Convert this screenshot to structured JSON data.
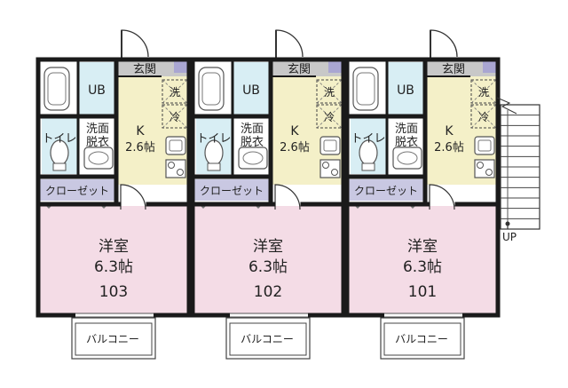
{
  "units": [
    {
      "number": "101",
      "room": "洋室",
      "room_size": "6.3帖",
      "kitchen": "K",
      "kitchen_size": "2.6帖",
      "entrance": "玄関",
      "bath": "UB",
      "toilet": "トイレ",
      "washroom": "洗面\n脱衣",
      "closet": "クローゼット",
      "balcony": "バルコニー",
      "washer_mark": "洗",
      "fridge_mark": "冷"
    },
    {
      "number": "102",
      "room": "洋室",
      "room_size": "6.3帖",
      "kitchen": "K",
      "kitchen_size": "2.6帖",
      "entrance": "玄関",
      "bath": "UB",
      "toilet": "トイレ",
      "washroom": "洗面\n脱衣",
      "closet": "クローゼット",
      "balcony": "バルコニー",
      "washer_mark": "洗",
      "fridge_mark": "冷"
    },
    {
      "number": "103",
      "room": "洋室",
      "room_size": "6.3帖",
      "kitchen": "K",
      "kitchen_size": "2.6帖",
      "entrance": "玄関",
      "bath": "UB",
      "toilet": "トイレ",
      "washroom": "洗面\n脱衣",
      "closet": "クローゼット",
      "balcony": "バルコニー",
      "washer_mark": "洗",
      "fridge_mark": "冷"
    }
  ],
  "stairs_label": "UP",
  "colors": {
    "wall": "#1a1a1a",
    "room": "#f4dce6",
    "kitchen": "#f4f0c8",
    "bath": "#d8eef4",
    "entrance": "#c8c8c8",
    "closet": "#c9c8e2",
    "entrance_step": "#a9a6d2"
  }
}
